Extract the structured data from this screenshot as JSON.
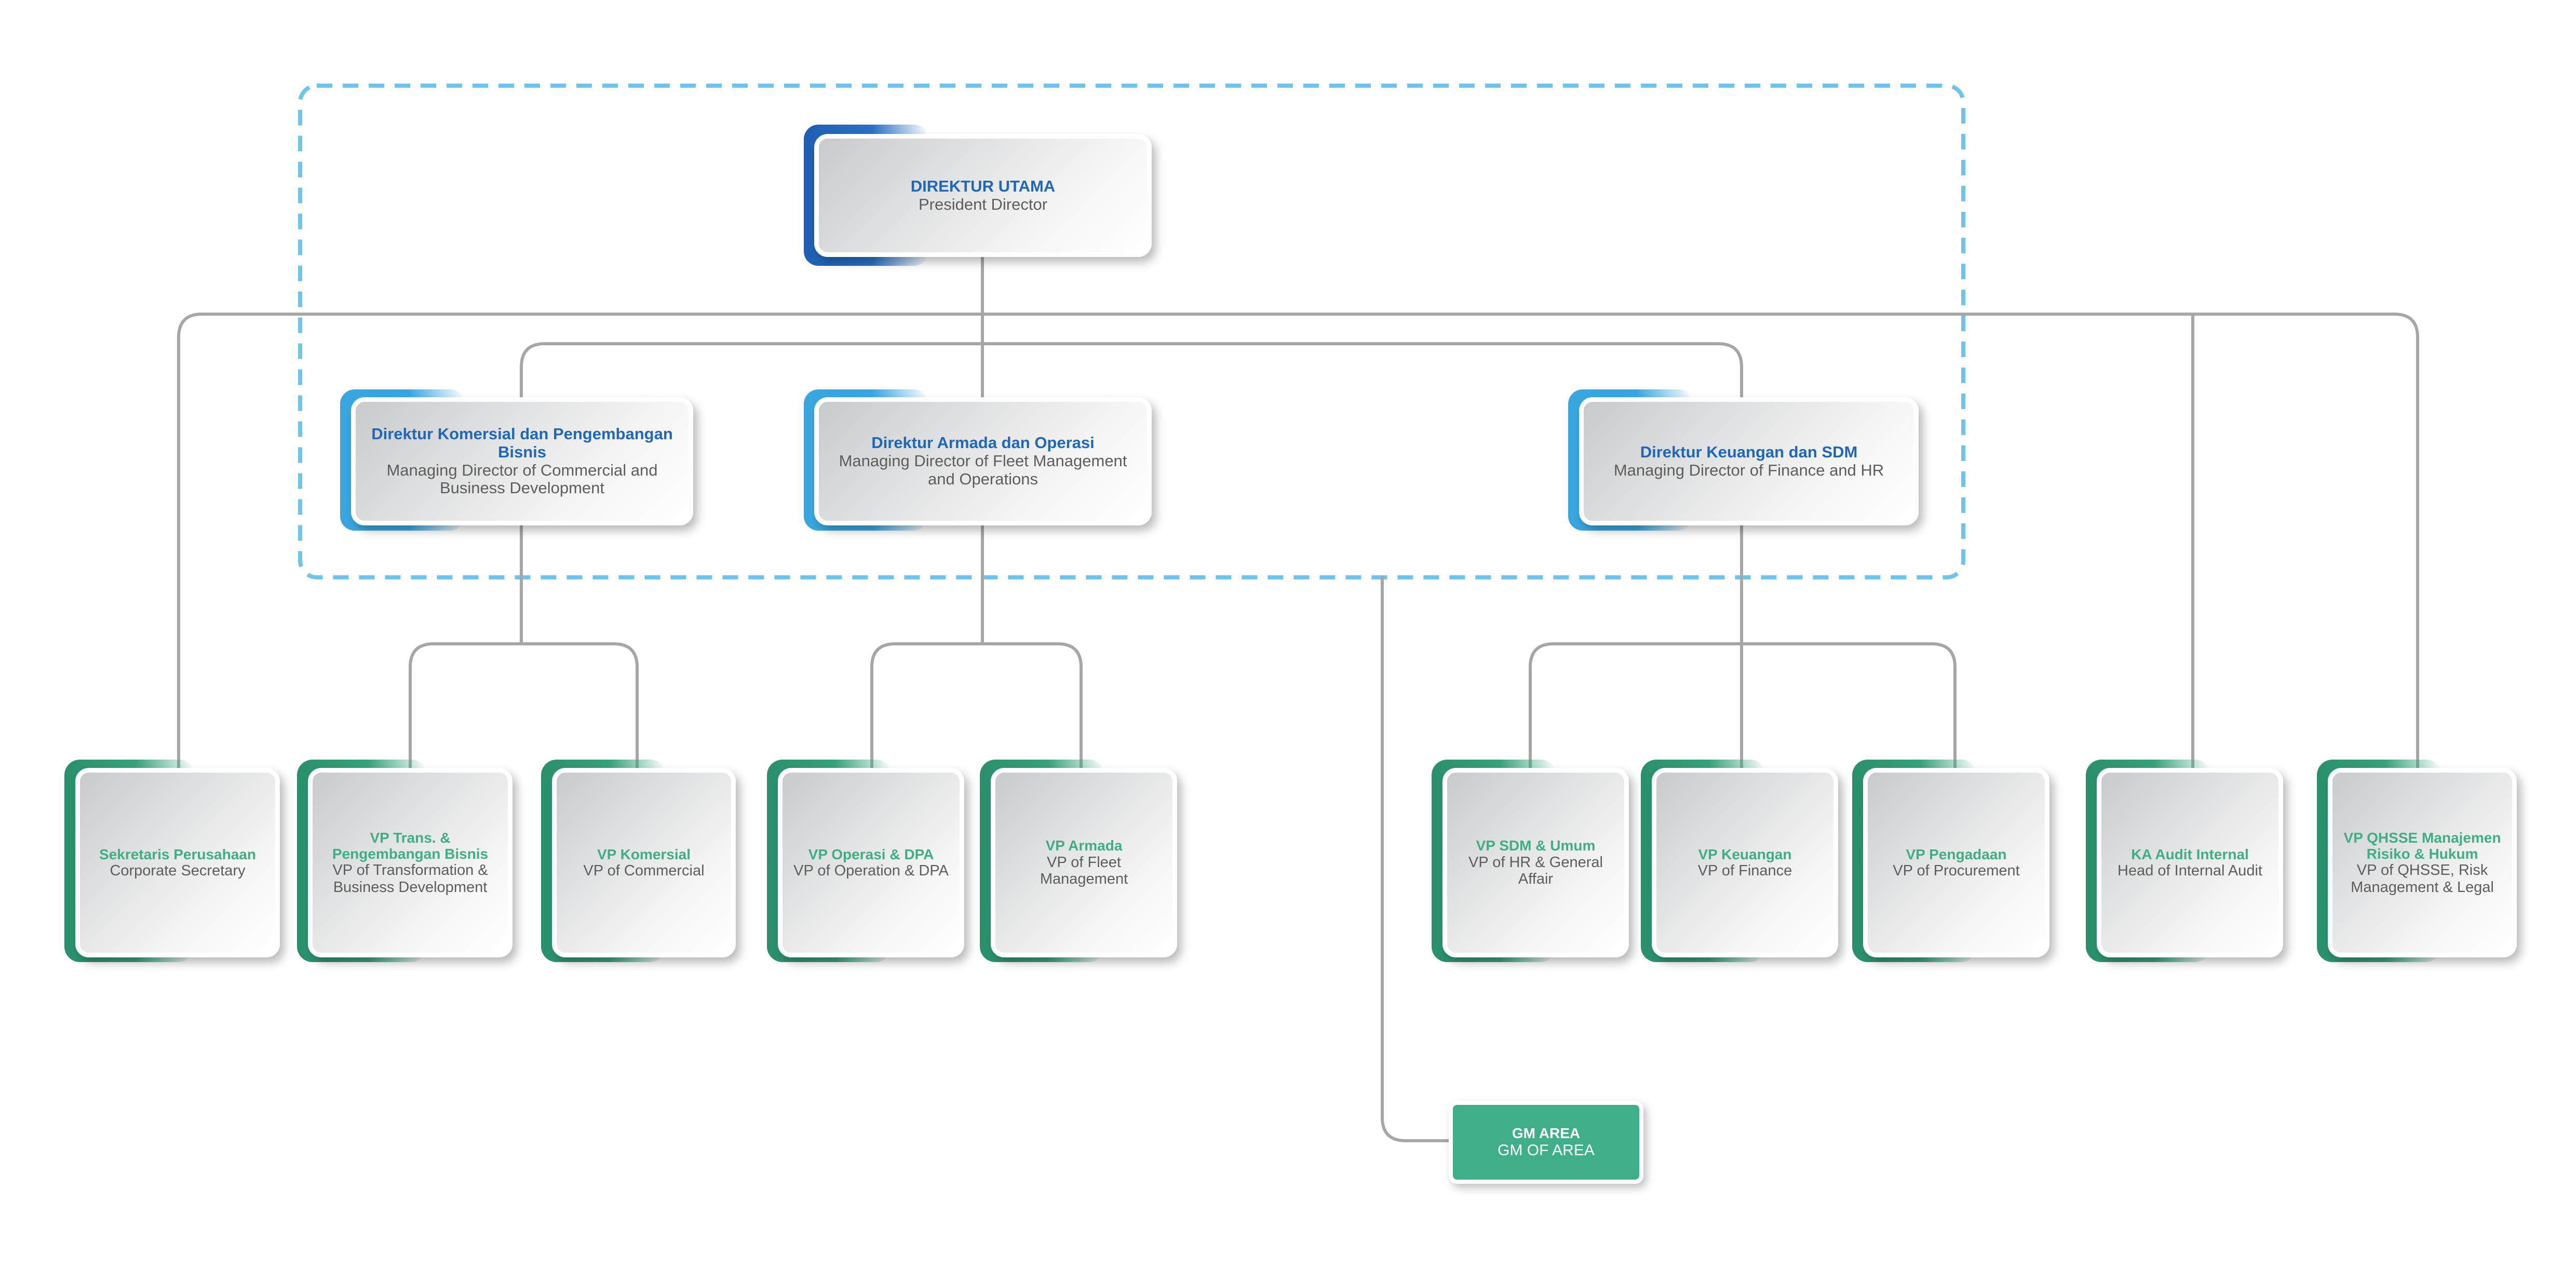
{
  "org_chart": {
    "president": {
      "title": "DIREKTUR UTAMA",
      "subtitle": "President Director"
    },
    "directors": {
      "commercial": {
        "title": "Direktur Komersial dan Pengembangan Bisnis",
        "subtitle": "Managing Director of Commercial and Business Development"
      },
      "fleet": {
        "title": "Direktur Armada dan Operasi",
        "subtitle": "Managing Director of Fleet Management and Operations"
      },
      "finance": {
        "title": "Direktur Keuangan dan SDM",
        "subtitle": "Managing Director of Finance and HR"
      }
    },
    "units": {
      "corp_sec": {
        "title": "Sekretaris Perusahaan",
        "subtitle": "Corporate Secretary"
      },
      "vp_trans": {
        "title": "VP Trans. & Pengembangan Bisnis",
        "subtitle": "VP of Transformation & Business Development"
      },
      "vp_komersial": {
        "title": "VP Komersial",
        "subtitle": "VP of Commercial"
      },
      "vp_operasi": {
        "title": "VP Operasi & DPA",
        "subtitle": "VP of Operation & DPA"
      },
      "vp_armada": {
        "title": "VP Armada",
        "subtitle": "VP of Fleet Management"
      },
      "vp_sdm": {
        "title": "VP SDM & Umum",
        "subtitle": "VP of HR & General Affair"
      },
      "vp_keuangan": {
        "title": "VP Keuangan",
        "subtitle": "VP of Finance"
      },
      "vp_pengadaan": {
        "title": "VP Pengadaan",
        "subtitle": "VP of Procurement"
      },
      "audit": {
        "title": "KA Audit Internal",
        "subtitle": "Head of Internal Audit"
      },
      "qhsse": {
        "title": "VP QHSSE Manajemen Risiko & Hukum",
        "subtitle": "VP of QHSSE, Risk Management & Legal"
      }
    },
    "gm_area": {
      "title": "GM AREA",
      "subtitle": "GM OF AREA"
    }
  },
  "colors": {
    "director_accent": "#3aa6e0",
    "president_accent": "#2066ba",
    "vp_accent": "#36a37a",
    "vp_title": "#3fae83",
    "gm_fill": "#41ae8a",
    "connector": "#a6a6a6",
    "board_dashed_border": "#72c3ea"
  }
}
